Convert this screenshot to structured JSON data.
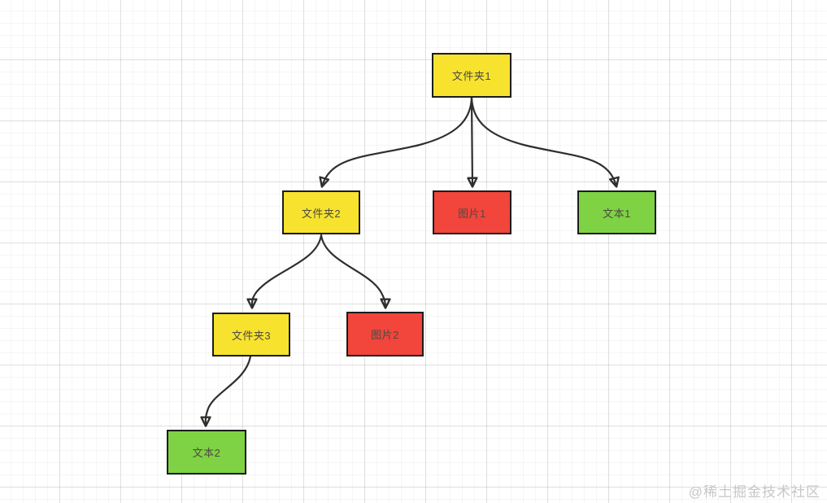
{
  "diagram": {
    "type": "tree",
    "background": "graph-paper",
    "nodes": [
      {
        "label": "文件夹1",
        "kind": "folder",
        "fill": "#f7e32e",
        "level": 1
      },
      {
        "label": "文件夹2",
        "kind": "folder",
        "fill": "#f7e32e",
        "level": 2
      },
      {
        "label": "图片1",
        "kind": "image",
        "fill": "#f2453b",
        "level": 2
      },
      {
        "label": "文本1",
        "kind": "text",
        "fill": "#7ed243",
        "level": 2
      },
      {
        "label": "文件夹3",
        "kind": "folder",
        "fill": "#f7e32e",
        "level": 3
      },
      {
        "label": "图片2",
        "kind": "image",
        "fill": "#f2453b",
        "level": 3
      },
      {
        "label": "文本2",
        "kind": "text",
        "fill": "#7ed243",
        "level": 4
      }
    ],
    "edges": [
      {
        "from": "文件夹1",
        "to": "文件夹2"
      },
      {
        "from": "文件夹1",
        "to": "图片1"
      },
      {
        "from": "文件夹1",
        "to": "文本1"
      },
      {
        "from": "文件夹2",
        "to": "文件夹3"
      },
      {
        "from": "文件夹2",
        "to": "图片2"
      },
      {
        "from": "文件夹3",
        "to": "文本2"
      }
    ],
    "colors": {
      "folder_fill": "#f7e32e",
      "image_fill": "#f2453b",
      "text_fill": "#7ed243",
      "node_border": "#1c1c1c",
      "edge_stroke": "#2e2e2e",
      "grid_minor": "#f2f2f4",
      "grid_major": "#dddde1",
      "watermark": "#c7c7c7"
    },
    "watermark": "@稀土掘金技术社区"
  }
}
